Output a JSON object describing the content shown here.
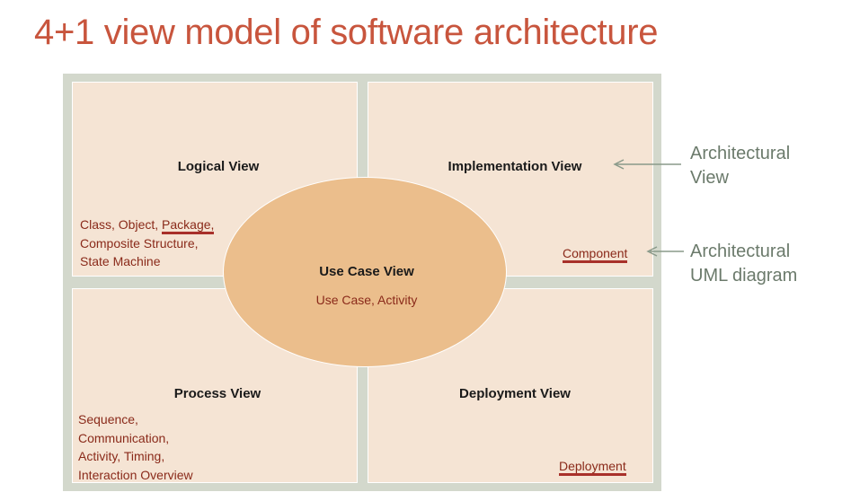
{
  "title": "4+1 view model of software architecture",
  "views": {
    "logical": {
      "title": "Logical View",
      "diagrams": [
        "Class, Object, ",
        "Package,",
        "Composite Structure,",
        "State Machine"
      ]
    },
    "implementation": {
      "title": "Implementation View",
      "diagram": "Component"
    },
    "process": {
      "title": "Process View",
      "diagrams": [
        "Sequence,",
        "Communication,",
        "Activity, Timing,",
        "Interaction Overview"
      ]
    },
    "deployment": {
      "title": "Deployment View",
      "diagram": "Deployment"
    },
    "use_case": {
      "title": "Use Case View",
      "diagrams": "Use Case, Activity"
    }
  },
  "legend": {
    "architectural_view": [
      "Architectural",
      "View"
    ],
    "uml_diagram": [
      "Architectural",
      "UML diagram"
    ]
  },
  "colors": {
    "title": "#c8553d",
    "quadrant": "#f5e4d4",
    "ellipse": "#ebbe8c",
    "frame": "#d3d8cc",
    "diagram_text": "#8a2a1a",
    "underline": "#a8302a",
    "legend_text": "#6b7a6b"
  }
}
